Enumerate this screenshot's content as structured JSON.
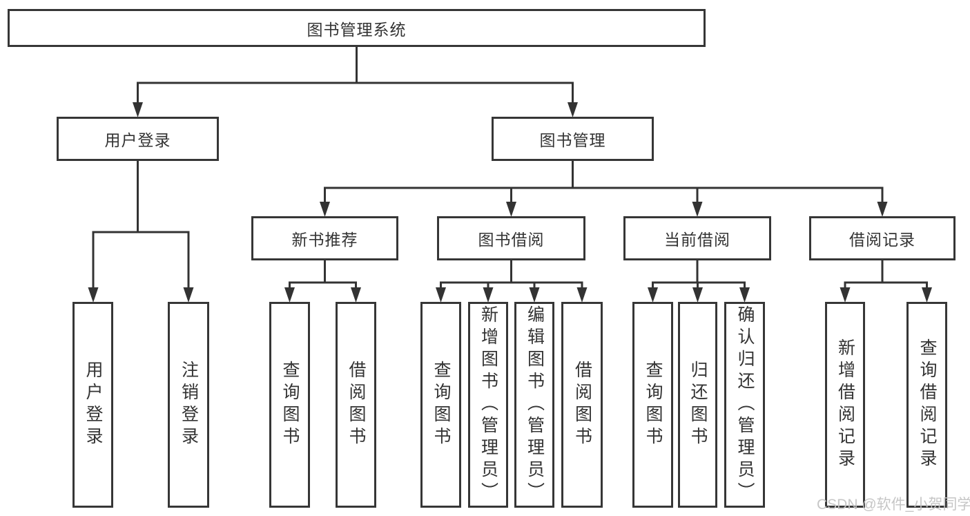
{
  "diagram": {
    "nodes": {
      "root": "图书管理系统",
      "l2": [
        "用户登录",
        "图书管理"
      ],
      "l3": [
        "新书推荐",
        "图书借阅",
        "当前借阅",
        "借阅记录"
      ],
      "leaves": [
        "用户登录",
        "注销登录",
        "查询图书",
        "借阅图书",
        "查询图书",
        "新增图书（管理员）",
        "编辑图书（管理员）",
        "借阅图书",
        "查询图书",
        "归还图书",
        "确认归还（管理员）",
        "新增借阅记录",
        "查询借阅记录"
      ]
    },
    "colors": {
      "line": "#333333",
      "box_border": "#363636",
      "text": "#333333",
      "background": "#ffffff",
      "watermark_text": "#c3c3c3"
    }
  },
  "watermark": "CSDN @软件_小贺同学"
}
